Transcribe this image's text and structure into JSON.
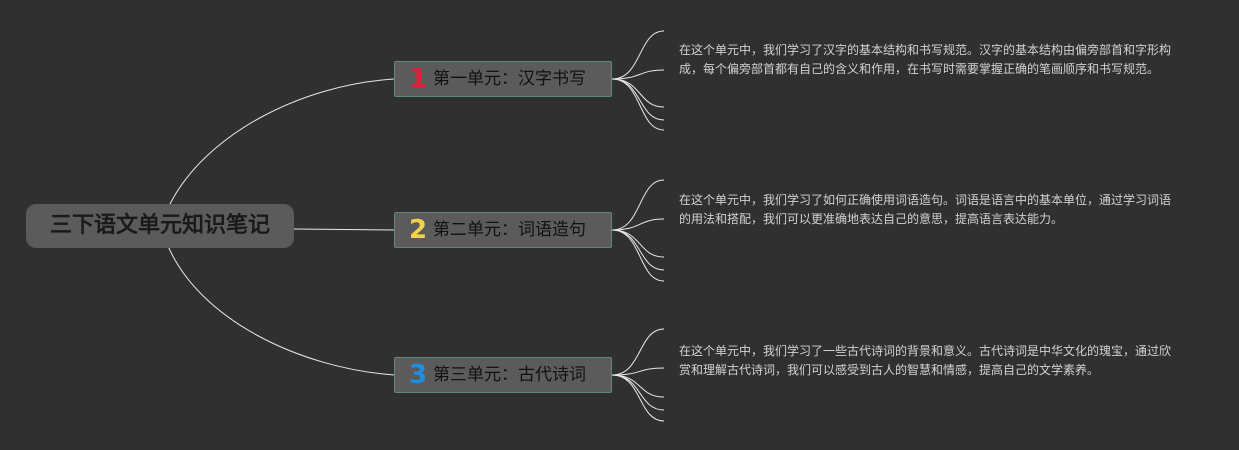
{
  "root": {
    "title": "三下语文单元知识笔记"
  },
  "colors": {
    "background": "#303030",
    "node_fill": "#5b5b5b",
    "node_border": "#5f8a78",
    "line": "#e8e8e8"
  },
  "branches": [
    {
      "number": "1",
      "number_color": "#e0203a",
      "label": "第一单元：汉字书写",
      "description": "在这个单元中，我们学习了汉字的基本结构和书写规范。汉字的基本结构由偏旁部首和字形构成，每个偏旁部首都有自己的含义和作用，在书写时需要掌握正确的笔画顺序和书写规范。"
    },
    {
      "number": "2",
      "number_color": "#f2d24a",
      "label": "第二单元：词语造句",
      "description": "在这个单元中，我们学习了如何正确使用词语造句。词语是语言中的基本单位，通过学习词语的用法和搭配，我们可以更准确地表达自己的意思，提高语言表达能力。"
    },
    {
      "number": "3",
      "number_color": "#1e8fe0",
      "label": "第三单元：古代诗词",
      "description": "在这个单元中，我们学习了一些古代诗词的背景和意义。古代诗词是中华文化的瑰宝，通过欣赏和理解古代诗词，我们可以感受到古人的智慧和情感，提高自己的文学素养。"
    }
  ]
}
